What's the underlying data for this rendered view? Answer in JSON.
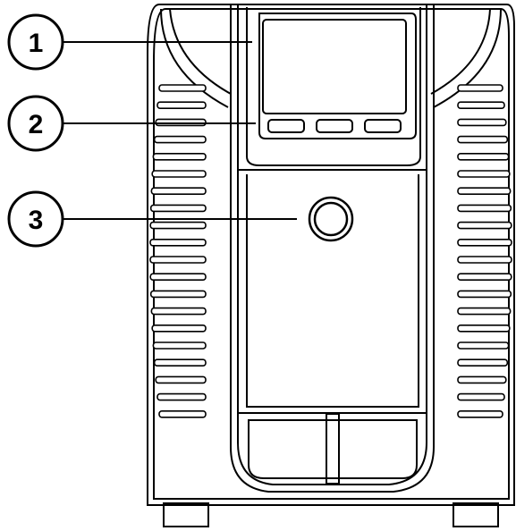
{
  "callouts": [
    {
      "number": "1",
      "target": "lcd-display"
    },
    {
      "number": "2",
      "target": "function-buttons"
    },
    {
      "number": "3",
      "target": "power-button"
    }
  ],
  "colors": {
    "line": "#000000",
    "background": "#ffffff"
  }
}
